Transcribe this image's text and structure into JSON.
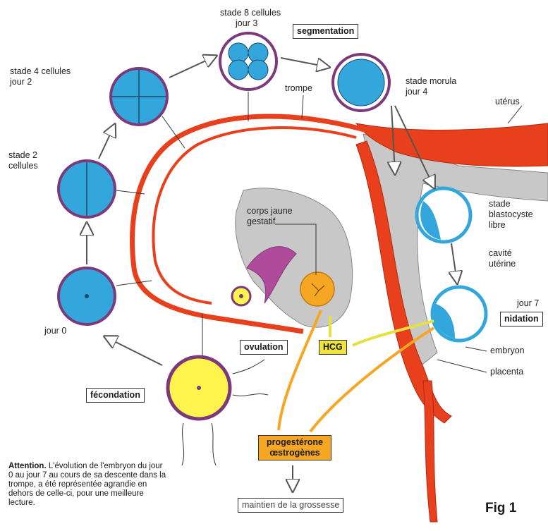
{
  "labels": {
    "stade8": "stade 8 cellules",
    "jour3": "jour 3",
    "segmentation": "segmentation",
    "stade4": "stade 4 cellules",
    "jour2": "jour 2",
    "trompe": "trompe",
    "stadeMorula": "stade morula",
    "jour4": "jour 4",
    "uterus": "utérus",
    "stade2": "stade 2",
    "cellules": "cellules",
    "corpsJaune": "corps jaune",
    "gestatif": "gestatif",
    "stadeBlasto": "stade",
    "blastocyste": "blastocyste",
    "libre": "libre",
    "cavite": "cavité",
    "uterine": "utérine",
    "jour7": "jour 7",
    "nidation": "nidation",
    "jour0": "jour 0",
    "ovulation": "ovulation",
    "hcg": "HCG",
    "embryon": "embryon",
    "placenta": "placenta",
    "fecondation": "fécondation",
    "progesterone": "progestérone",
    "oestrogenes": "œstrogènes",
    "maintien": "maintien de la grossesse",
    "figLabel": "Fig 1"
  },
  "note": {
    "heading": "Attention.",
    "text": "L'évolution de l'embryon du jour 0 au jour 7 au cours de sa descente dans la trompe, a été représentée agrandie en dehors de celle-ci, pour une meilleure lecture."
  },
  "colors": {
    "cell": "#33a6dc",
    "tube": "#e8401c",
    "ovary": "#c8c8c8",
    "egg": "#fff34d",
    "membrane": "#7d3a7a",
    "hormone": "#f5a623",
    "hcgBox": "#f0e43c"
  }
}
